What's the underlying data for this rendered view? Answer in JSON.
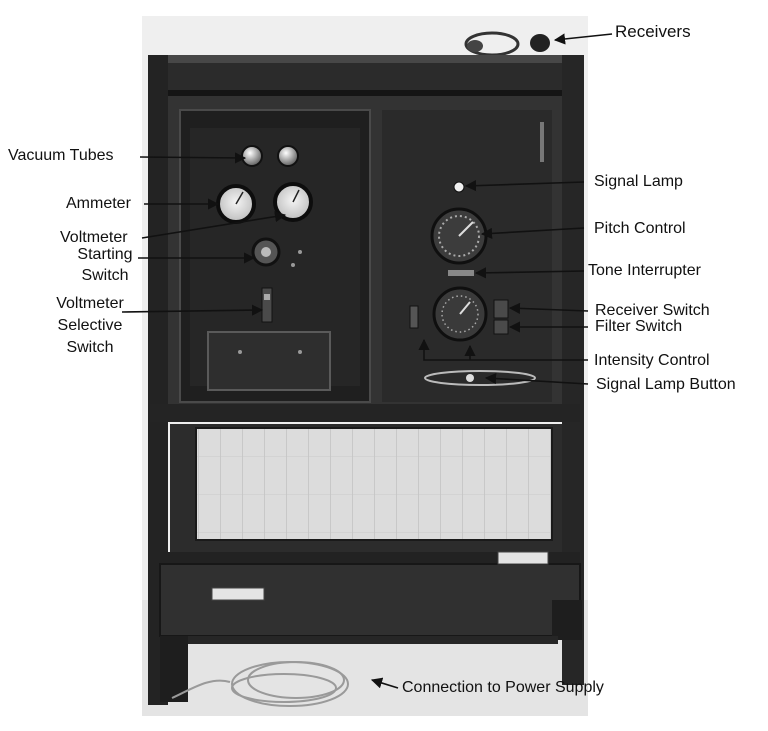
{
  "labels": {
    "receivers": "Receivers",
    "vacuum_tubes": "Vacuum Tubes",
    "ammeter": "Ammeter",
    "voltmeter": "Voltmeter",
    "starting_switch_1": "Starting",
    "starting_switch_2": "Switch",
    "voltmeter_selective_switch_1": "Voltmeter",
    "voltmeter_selective_switch_2": "Selective",
    "voltmeter_selective_switch_3": "Switch",
    "signal_lamp": "Signal Lamp",
    "pitch_control": "Pitch Control",
    "tone_interrupter": "Tone Interrupter",
    "receiver_switch": "Receiver Switch",
    "filter_switch": "Filter Switch",
    "intensity_control": "Intensity Control",
    "signal_lamp_button": "Signal Lamp Button",
    "connection_to_power_supply": "Connection to Power Supply"
  },
  "colors": {
    "ink": "#111111",
    "cabinet_dark": "#2b2b2b",
    "cabinet_mid": "#3a3a3a",
    "panel": "#1f1f1f",
    "dial_face": "#e6e6e6",
    "background": "#ffffff"
  }
}
